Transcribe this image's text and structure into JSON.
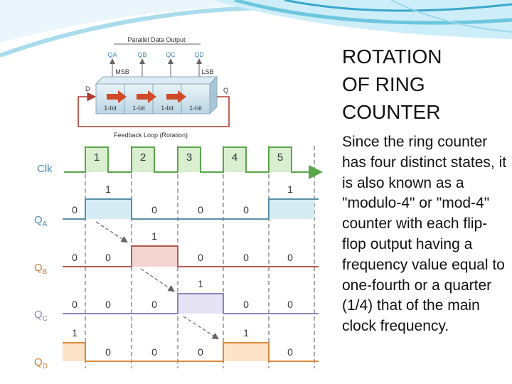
{
  "slide": {
    "title_lines": [
      "ROTATION",
      "OF RING",
      "COUNTER"
    ],
    "body": "Since the ring counter has four distinct states, it is also known as a \"modulo-4\" or \"mod-4\" counter with each flip-flop output having a frequency value equal to one-fourth or a quarter (1/4) that of the main clock frequency."
  },
  "block_diagram": {
    "top_label": "Parallel Data Output",
    "outputs": [
      "QA",
      "QB",
      "QC",
      "QD"
    ],
    "msb": "MSB",
    "lsb": "LSB",
    "d_label": "D",
    "q_label": "Q",
    "cells": [
      "1-bit",
      "1-bit",
      "1-bit",
      "1-bit"
    ],
    "feedback_label": "Feedback Loop (Rotation)"
  },
  "timing": {
    "clock_label": "Clk",
    "clock_pulses": [
      "1",
      "2",
      "3",
      "4",
      "5"
    ],
    "signals": [
      {
        "name": "QA",
        "letter": "Q",
        "sub": "A",
        "color": "#5b8fa8",
        "fill": "#d6ecf5",
        "high_slots": [
          1,
          5
        ],
        "values": [
          "0",
          "1",
          "0",
          "0",
          "0",
          "1"
        ]
      },
      {
        "name": "QB",
        "letter": "Q",
        "sub": "B",
        "color": "#b55a50",
        "fill": "#f5d5d0",
        "high_slots": [
          2
        ],
        "values": [
          "0",
          "0",
          "1",
          "0",
          "0",
          "0"
        ]
      },
      {
        "name": "QC",
        "letter": "Q",
        "sub": "C",
        "color": "#8b84b8",
        "fill": "#e6e3f5",
        "high_slots": [
          3
        ],
        "values": [
          "0",
          "0",
          "0",
          "1",
          "0",
          "0"
        ]
      },
      {
        "name": "QD",
        "letter": "Q",
        "sub": "D",
        "color": "#d98a3c",
        "fill": "#fde3c8",
        "high_slots": [
          0,
          4
        ],
        "values": [
          "1",
          "0",
          "0",
          "0",
          "1",
          "0"
        ]
      }
    ],
    "clock_color": "#5aa64a",
    "clock_fill": "#d9efcf"
  },
  "colors": {
    "swoosh": "#4ab3d1",
    "shift_arrow": "#d04a2a",
    "feedback": "#b03a2e",
    "label_blue": "#4a89b5",
    "label_orange": "#c8803a"
  }
}
